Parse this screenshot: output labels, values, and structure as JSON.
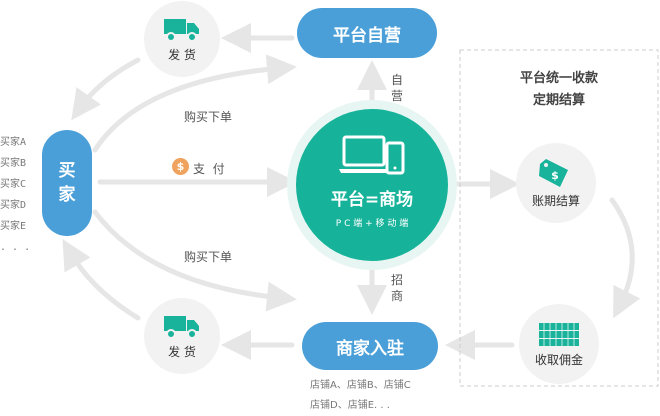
{
  "colors": {
    "pill": "#4a9fd8",
    "center": "#16b39a",
    "arrow": "#e6e6e6",
    "node": "#f2f2f2",
    "icon_green": "#19b39b"
  },
  "top_pill": "平台自营",
  "bottom_pill": "商家入驻",
  "buyer": "买家",
  "ship_top": "发 货",
  "ship_bottom": "发 货",
  "center": {
    "title": "平台=商场",
    "subtitle": "P C 端 + 移 动 端"
  },
  "label_self": "自营",
  "label_recruit": "招商",
  "buy_order_top": "购买下单",
  "buy_order_bottom": "购买下单",
  "pay": "支  付",
  "settle_box": {
    "line1": "平台统一收款",
    "line2": "定期结算"
  },
  "settlement": "账期结算",
  "commission": "收取佣金",
  "buyers": [
    "买家A",
    "买家B",
    "买家C",
    "买家D",
    "买家E",
    ". . ."
  ],
  "shops": [
    "店铺A、店铺B、店铺C",
    "店铺D、店铺E. . ."
  ],
  "icons": [
    "truck-icon",
    "truck-icon",
    "devices-icon",
    "price-tag-icon",
    "money-stack-icon",
    "coin-icon"
  ]
}
